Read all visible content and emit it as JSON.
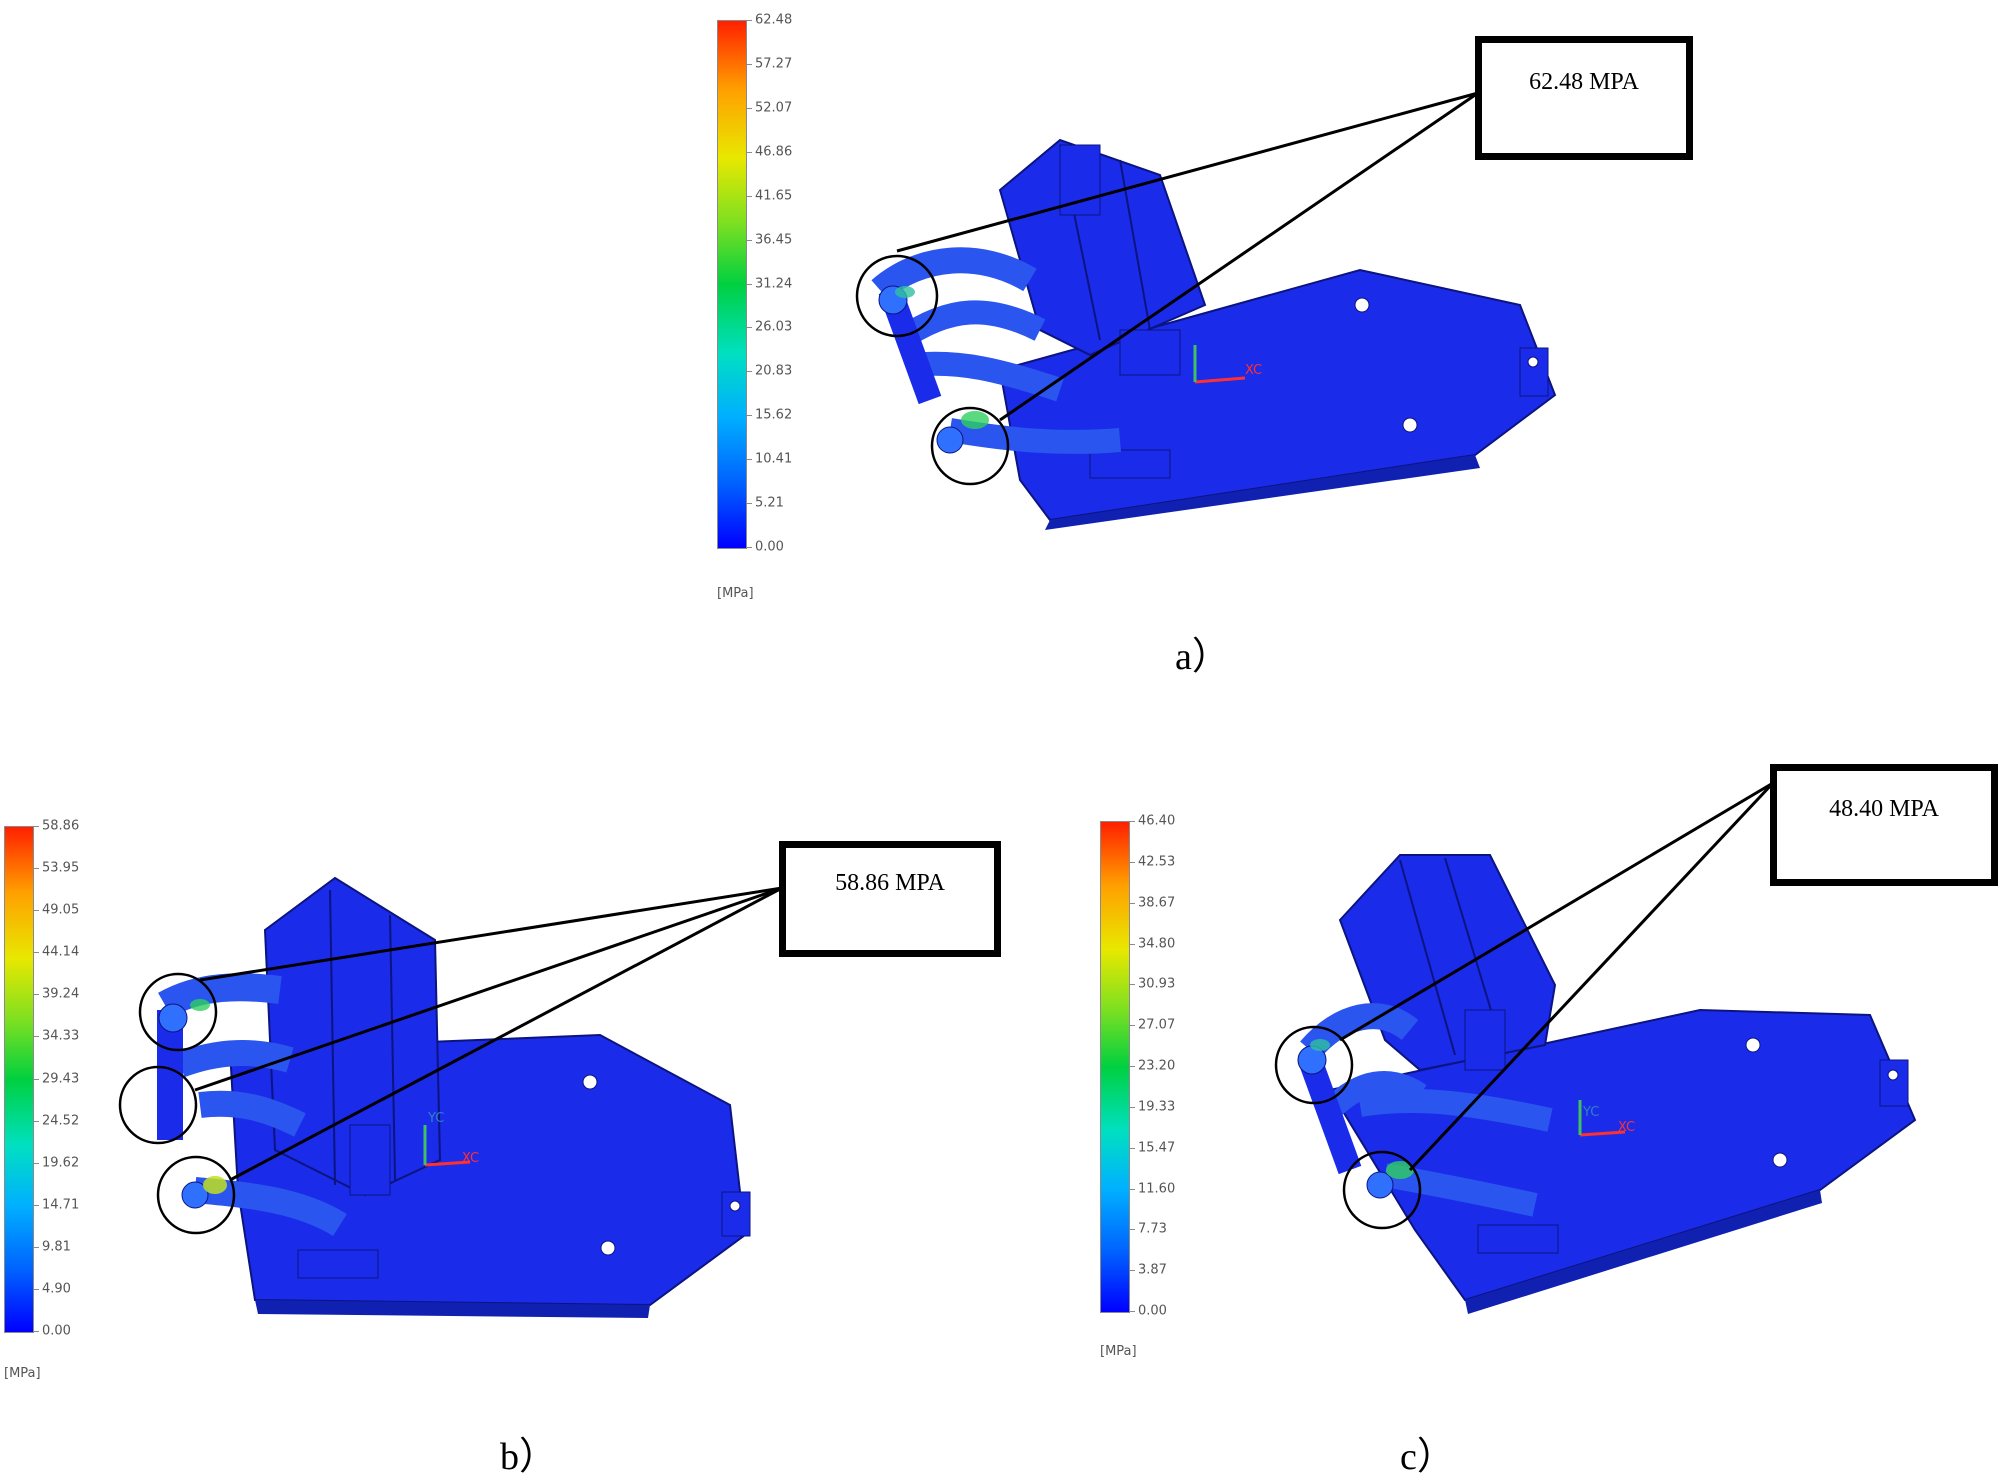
{
  "panels": [
    {
      "id": "a",
      "caption": "a）",
      "callout": "62.48 MPA",
      "unit": "[MPa]",
      "legend": [
        "62.48",
        "57.27",
        "52.07",
        "46.86",
        "41.65",
        "36.45",
        "31.24",
        "26.03",
        "20.83",
        "15.62",
        "10.41",
        "5.21",
        "0.00"
      ],
      "axis_label": "XC"
    },
    {
      "id": "b",
      "caption": "b）",
      "callout": "58.86 MPA",
      "unit": "[MPa]",
      "legend": [
        "58.86",
        "53.95",
        "49.05",
        "44.14",
        "39.24",
        "34.33",
        "29.43",
        "24.52",
        "19.62",
        "14.71",
        "9.81",
        "4.90",
        "0.00"
      ],
      "axis_label": "XC",
      "axis_label_2": "YC"
    },
    {
      "id": "c",
      "caption": "c）",
      "callout": "48.40 MPA",
      "unit": "[MPa]",
      "legend": [
        "46.40",
        "42.53",
        "38.67",
        "34.80",
        "30.93",
        "27.07",
        "23.20",
        "19.33",
        "15.47",
        "11.60",
        "7.73",
        "3.87",
        "0.00"
      ],
      "axis_label": "XC",
      "axis_label_2": "YC"
    }
  ],
  "colors": {
    "part_blue": "#1a2bea",
    "part_edge": "#0c1480",
    "stress_high": "#ff2000",
    "stress_mid": "#e8e800",
    "stress_low": "#0000ff"
  }
}
